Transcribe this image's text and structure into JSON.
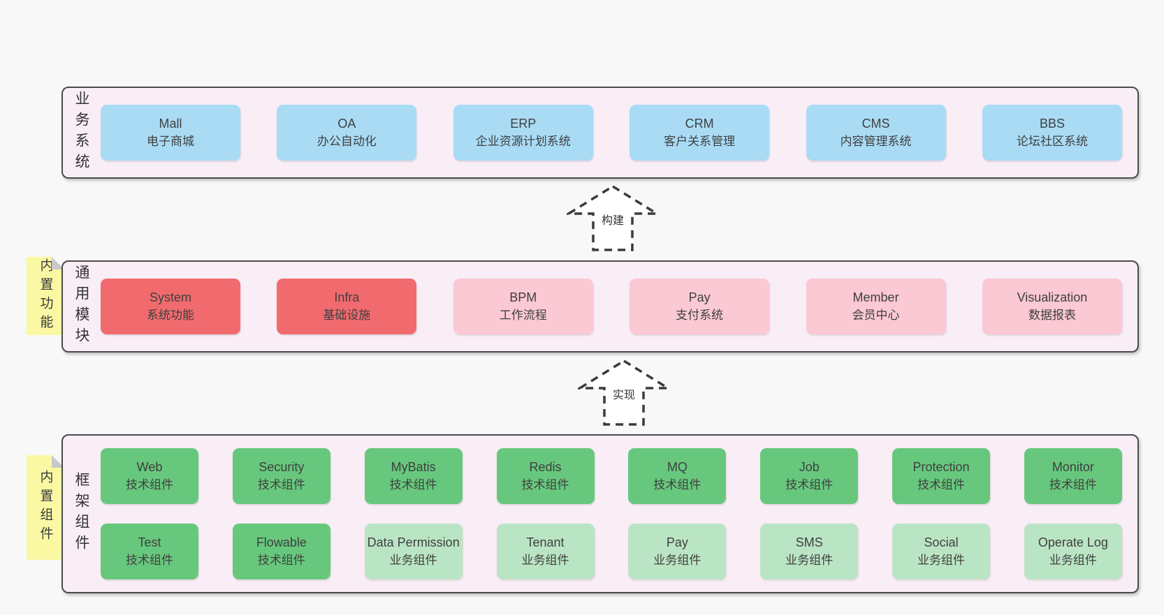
{
  "colors": {
    "page-bg": "#f8f8f8",
    "panel-bg": "#f9edf6",
    "panel-border": "#4b4b4b",
    "node-text": "#3f3f3f",
    "blue": "#a9dbf5",
    "red": "#f16b6e",
    "pink": "#fac9d3",
    "green": "#67c87d",
    "green-light": "#bae5c4",
    "yellow": "#fbf8a4",
    "fold": "#c9c9c9",
    "arrow": "#3b3b3b"
  },
  "business": {
    "label": "业务系统",
    "boxes": [
      {
        "title": "Mall",
        "subtitle": "电子商城"
      },
      {
        "title": "OA",
        "subtitle": "办公自动化"
      },
      {
        "title": "ERP",
        "subtitle": "企业资源计划系统"
      },
      {
        "title": "CRM",
        "subtitle": "客户关系管理"
      },
      {
        "title": "CMS",
        "subtitle": "内容管理系统"
      },
      {
        "title": "BBS",
        "subtitle": "论坛社区系统"
      }
    ]
  },
  "arrows": {
    "build": "构建",
    "implement": "实现"
  },
  "modules": {
    "label": "通用模块",
    "sticky": "内置功能",
    "boxes": [
      {
        "title": "System",
        "subtitle": "系统功能"
      },
      {
        "title": "Infra",
        "subtitle": "基础设施"
      },
      {
        "title": "BPM",
        "subtitle": "工作流程"
      },
      {
        "title": "Pay",
        "subtitle": "支付系统"
      },
      {
        "title": "Member",
        "subtitle": "会员中心"
      },
      {
        "title": "Visualization",
        "subtitle": "数据报表"
      }
    ]
  },
  "framework": {
    "label": "框架组件",
    "sticky": "内置组件",
    "row1": [
      {
        "title": "Web",
        "subtitle": "技术组件"
      },
      {
        "title": "Security",
        "subtitle": "技术组件"
      },
      {
        "title": "MyBatis",
        "subtitle": "技术组件"
      },
      {
        "title": "Redis",
        "subtitle": "技术组件"
      },
      {
        "title": "MQ",
        "subtitle": "技术组件"
      },
      {
        "title": "Job",
        "subtitle": "技术组件"
      },
      {
        "title": "Protection",
        "subtitle": "技术组件"
      },
      {
        "title": "Monitor",
        "subtitle": "技术组件"
      }
    ],
    "row2": [
      {
        "title": "Test",
        "subtitle": "技术组件"
      },
      {
        "title": "Flowable",
        "subtitle": "技术组件"
      },
      {
        "title": "Data Permission",
        "subtitle": "业务组件"
      },
      {
        "title": "Tenant",
        "subtitle": "业务组件"
      },
      {
        "title": "Pay",
        "subtitle": "业务组件"
      },
      {
        "title": "SMS",
        "subtitle": "业务组件"
      },
      {
        "title": "Social",
        "subtitle": "业务组件"
      },
      {
        "title": "Operate Log",
        "subtitle": "业务组件"
      }
    ]
  }
}
